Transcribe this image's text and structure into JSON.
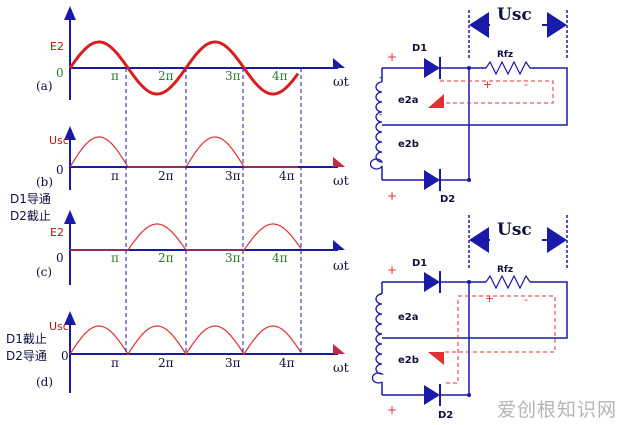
{
  "colors": {
    "axis": "#1a1aa8",
    "wave_red": "#d81e1e",
    "half_red": "#e03030",
    "dashed_red": "#e03030",
    "label_red": "#c01010",
    "label_green": "#2a7a2a",
    "text_dark": "#101040",
    "wire": "#1a1aa8"
  },
  "graphs": {
    "a": {
      "panel": "(a)",
      "ylabel": "E2",
      "zero": "0",
      "xlabel": "ωt"
    },
    "b": {
      "panel": "(b)",
      "ylabel": "Usc",
      "zero": "0",
      "xlabel": "ωt",
      "note1": "D1导通",
      "note2": "D2截止"
    },
    "c": {
      "panel": "(c)",
      "ylabel": "E2",
      "zero": "0",
      "xlabel": "ωt"
    },
    "d": {
      "panel": "(d)",
      "ylabel": "Usc",
      "zero": "0",
      "xlabel": "ωt",
      "note1": "D1截止",
      "note2": "D2导通"
    }
  },
  "ticks": [
    "π",
    "2π",
    "3π",
    "4π"
  ],
  "circuits": {
    "top": {
      "output": "Usc",
      "d1": "D1",
      "d2": "D2",
      "load": "Rfz",
      "sec_a": "e2a",
      "sec_b": "e2b",
      "plus": "+",
      "minus": "-"
    },
    "bottom": {
      "output": "Usc",
      "d1": "D1",
      "d2": "D2",
      "load": "Rfz",
      "sec_a": "e2a",
      "sec_b": "e2b",
      "plus": "+",
      "minus": "-"
    }
  },
  "watermark": "爱创根知识网"
}
